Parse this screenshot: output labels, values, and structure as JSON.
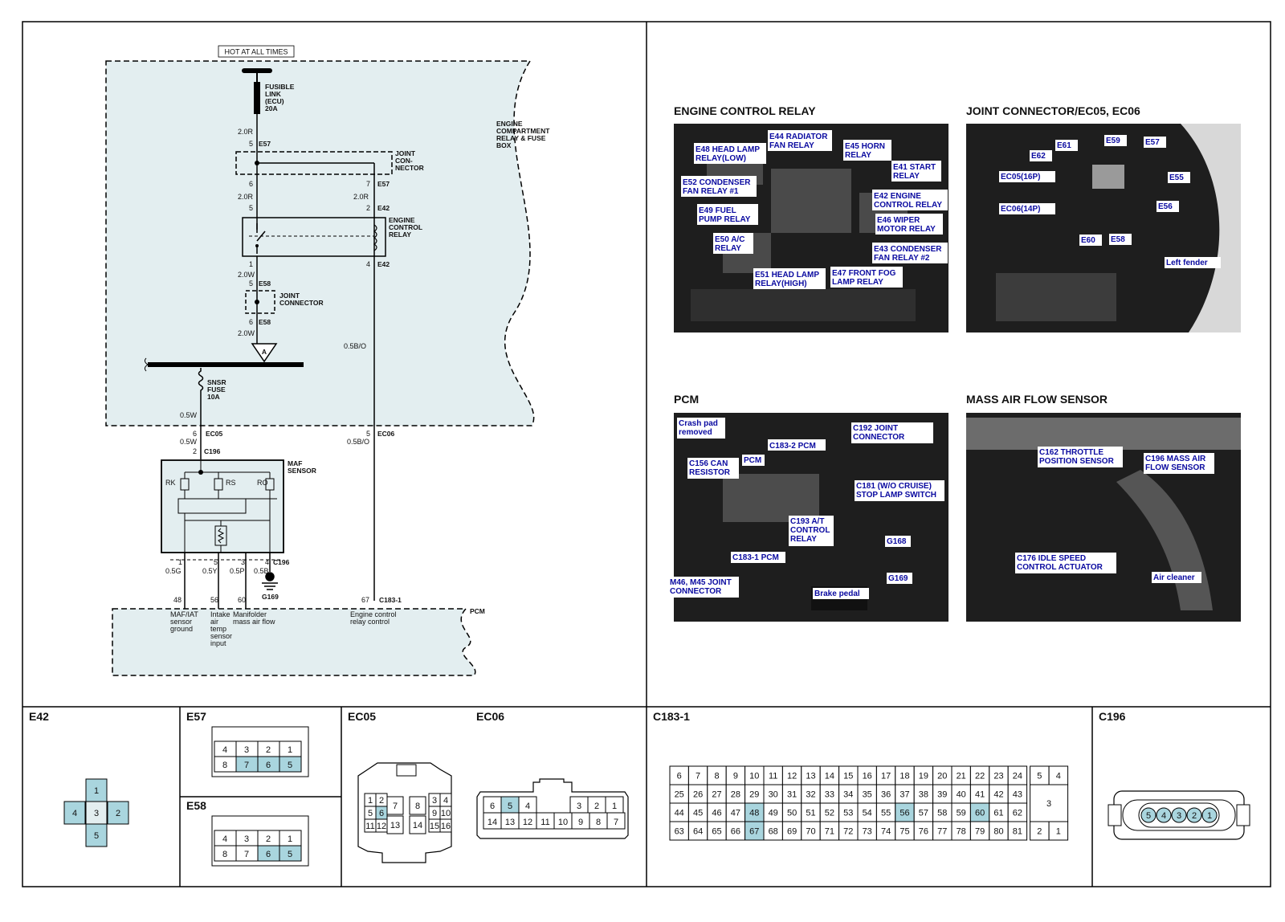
{
  "schematic": {
    "hot_label": "HOT AT ALL TIMES",
    "fusible_link": [
      "FUSIBLE",
      "LINK",
      "(ECU)",
      "20A"
    ],
    "relay_box": [
      "ENGINE",
      "COMPARTMENT",
      "RELAY & FUSE",
      "BOX"
    ],
    "joint_connector_1": [
      "JOINT",
      "CON-",
      "NECTOR"
    ],
    "engine_control_relay": [
      "ENGINE",
      "CONTROL",
      "RELAY"
    ],
    "joint_connector_2": [
      "JOINT",
      "CONNECTOR"
    ],
    "snsr_fuse": [
      "SNSR",
      "FUSE",
      "10A"
    ],
    "maf_sensor": [
      "MAF",
      "SENSOR"
    ],
    "pcm": "PCM",
    "bus_symbol": "A",
    "wires": {
      "w1": "2.0R",
      "w2": "2.0R",
      "w3": "2.0R",
      "w4": "2.0W",
      "w5": "2.0W",
      "w6": "0.5W",
      "w7": "0.5W",
      "w8": "0.5B/O",
      "w9": "0.5B/O",
      "w10": "0.5G",
      "w11": "0.5Y",
      "w12": "0.5P",
      "w13": "0.5B"
    },
    "connectors": {
      "e57a": "E57",
      "e57b": "E57",
      "e42a": "E42",
      "e42b": "E42",
      "e58a": "E58",
      "e58b": "E58",
      "ec05": "EC05",
      "ec06": "EC06",
      "c196a": "C196",
      "c196b": "C196",
      "c1831": "C183-1",
      "g169": "G169"
    },
    "pins": {
      "p1": "5",
      "p2": "6",
      "p3": "7",
      "p4": "5",
      "p5": "2",
      "p6": "1",
      "p7": "4",
      "p8": "5",
      "p9": "6",
      "p10": "6",
      "p11": "5",
      "p12": "2",
      "p13": "1",
      "p14": "5",
      "p15": "3",
      "p16": "4",
      "p17": "48",
      "p18": "56",
      "p19": "60",
      "p20": "67"
    },
    "resistors": [
      "RK",
      "RS",
      "RO"
    ],
    "pcm_inputs": {
      "maf_iat": [
        "MAF/IAT",
        "sensor",
        "ground"
      ],
      "intake": [
        "Intake",
        "air",
        "temp",
        "sensor",
        "input"
      ],
      "manifold": [
        "Manifolder",
        "mass air flow"
      ],
      "relay_control": [
        "Engine control",
        "relay control"
      ]
    }
  },
  "photos": {
    "ecr": {
      "title": "ENGINE CONTROL RELAY",
      "callouts": {
        "e48": [
          "E48 HEAD LAMP",
          "RELAY(LOW)"
        ],
        "e44": [
          "E44 RADIATOR",
          "FAN RELAY"
        ],
        "e45": [
          "E45 HORN",
          "RELAY"
        ],
        "e41": [
          "E41 START",
          "RELAY"
        ],
        "e52": [
          "E52 CONDENSER",
          "FAN RELAY #1"
        ],
        "e42": [
          "E42 ENGINE",
          "CONTROL RELAY"
        ],
        "e49": [
          "E49 FUEL",
          "PUMP RELAY"
        ],
        "e46": [
          "E46 WIPER",
          "MOTOR RELAY"
        ],
        "e50": [
          "E50 A/C",
          "RELAY"
        ],
        "e43": [
          "E43 CONDENSER",
          "FAN RELAY #2"
        ],
        "e51": [
          "E51 HEAD LAMP",
          "RELAY(HIGH)"
        ],
        "e47": [
          "E47 FRONT FOG",
          "LAMP RELAY"
        ]
      }
    },
    "joint": {
      "title": "JOINT CONNECTOR/EC05, EC06",
      "callouts": {
        "e59": "E59",
        "e61": "E61",
        "e57": "E57",
        "e62": "E62",
        "ec05": "EC05(16P)",
        "e55": "E55",
        "ec06": "EC06(14P)",
        "e56": "E56",
        "e60": "E60",
        "e58": "E58",
        "fender": "Left fender"
      }
    },
    "pcm": {
      "title": "PCM",
      "callouts": {
        "crash": [
          "Crash pad",
          "removed"
        ],
        "c192": [
          "C192 JOINT",
          "CONNECTOR"
        ],
        "c1832": "C183-2 PCM",
        "c156": [
          "C156 CAN",
          "RESISTOR"
        ],
        "pcm": "PCM",
        "c181": [
          "C181 (W/O CRUISE)",
          "STOP LAMP SWITCH"
        ],
        "c193": [
          "C193 A/T",
          "CONTROL",
          "RELAY"
        ],
        "g168": "G168",
        "c1831": "C183-1 PCM",
        "m46": [
          "M46, M45 JOINT",
          "CONNECTOR"
        ],
        "g169": "G169",
        "brake": "Brake pedal"
      }
    },
    "maf": {
      "title": "MASS AIR FLOW SENSOR",
      "callouts": {
        "c162": [
          "C162 THROTTLE",
          "POSITION SENSOR"
        ],
        "c196": [
          "C196 MASS AIR",
          "FLOW SENSOR"
        ],
        "c176": [
          "C176 IDLE SPEED",
          "CONTROL ACTUATOR"
        ],
        "air": "Air cleaner"
      }
    }
  },
  "connector_views": {
    "e42": {
      "label": "E42",
      "pins": [
        "1",
        "4",
        "3",
        "2",
        "5"
      ]
    },
    "e57": {
      "label": "E57",
      "top": [
        "4",
        "3",
        "2",
        "1"
      ],
      "bottom": [
        "8",
        "7",
        "6",
        "5"
      ]
    },
    "e58": {
      "label": "E58",
      "top": [
        "4",
        "3",
        "2",
        "1"
      ],
      "bottom": [
        "8",
        "7",
        "6",
        "5"
      ]
    },
    "ec05": {
      "label": "EC05",
      "pins": [
        "1",
        "2",
        "7",
        "8",
        "3",
        "4",
        "5",
        "6",
        "9",
        "10",
        "11",
        "12",
        "13",
        "14",
        "15",
        "16"
      ]
    },
    "ec06": {
      "label": "EC06",
      "top": [
        "6",
        "5",
        "4",
        "3",
        "2",
        "1"
      ],
      "bottom": [
        "14",
        "13",
        "12",
        "11",
        "10",
        "9",
        "8",
        "7"
      ]
    },
    "c1831": {
      "label": "C183-1",
      "rows": [
        [
          "6",
          "7",
          "8",
          "9",
          "10",
          "11",
          "12",
          "13",
          "14",
          "15",
          "16",
          "17",
          "18",
          "19",
          "20",
          "21",
          "22",
          "23",
          "24"
        ],
        [
          "25",
          "26",
          "27",
          "28",
          "29",
          "30",
          "31",
          "32",
          "33",
          "34",
          "35",
          "36",
          "37",
          "38",
          "39",
          "40",
          "41",
          "42",
          "43"
        ],
        [
          "44",
          "45",
          "46",
          "47",
          "48",
          "49",
          "50",
          "51",
          "52",
          "53",
          "54",
          "55",
          "56",
          "57",
          "58",
          "59",
          "60",
          "61",
          "62"
        ],
        [
          "63",
          "64",
          "65",
          "66",
          "67",
          "68",
          "69",
          "70",
          "71",
          "72",
          "73",
          "74",
          "75",
          "76",
          "77",
          "78",
          "79",
          "80",
          "81"
        ]
      ],
      "side_top": [
        "5",
        "4"
      ],
      "side_mid": "3",
      "side_bottom": [
        "2",
        "1"
      ]
    },
    "c196": {
      "label": "C196",
      "pins": [
        "5",
        "4",
        "3",
        "2",
        "1"
      ]
    }
  },
  "colors": {
    "highlight": "#a9d5de",
    "shade": "#e3eef0",
    "callout": "#0a0aa0"
  }
}
